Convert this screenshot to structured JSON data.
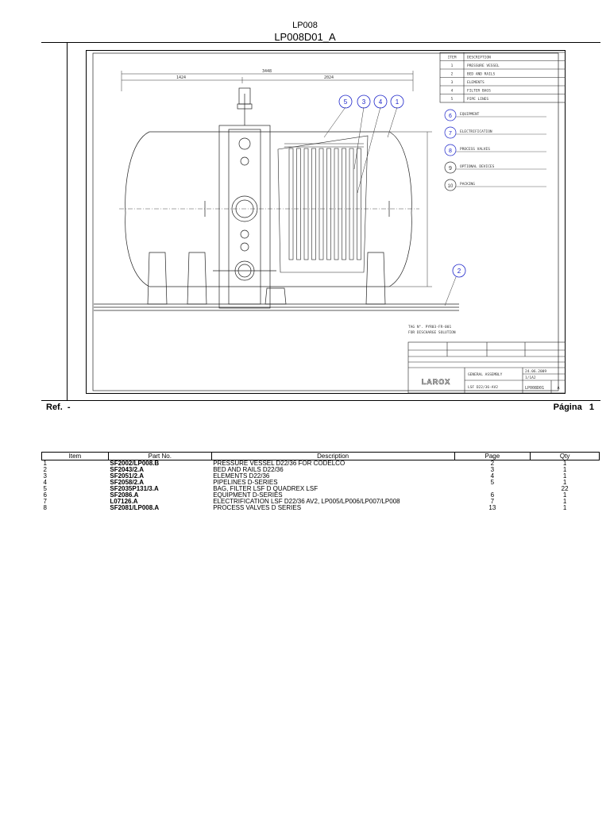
{
  "header": {
    "line1": "LP008",
    "line2": "LP008D01_A"
  },
  "drawing": {
    "item_table": {
      "header": [
        "ITEM",
        "DESCRIPTION"
      ],
      "rows": [
        [
          "1",
          "PRESSURE VESSEL"
        ],
        [
          "2",
          "BED AND RAILS"
        ],
        [
          "3",
          "ELEMENTS"
        ],
        [
          "4",
          "FILTER BAGS"
        ],
        [
          "5",
          "PIPE LINES"
        ]
      ]
    },
    "side_labels": [
      {
        "num": "6",
        "text": "EQUIPMENT"
      },
      {
        "num": "7",
        "text": "ELECTRIFICATION"
      },
      {
        "num": "8",
        "text": "PROCESS VALVES"
      },
      {
        "num": "9",
        "text": "OPTIONAL DEVICES"
      },
      {
        "num": "10",
        "text": "PACKING"
      }
    ],
    "balloons_top": [
      "5",
      "3",
      "4",
      "1"
    ],
    "balloon_bed": "2",
    "dims": {
      "total": "3448",
      "left": "1424",
      "right": "2024"
    },
    "notes": {
      "line1": "TAG N°. PYR03-FR-001",
      "line2": "FOR DISCHARGE SOLUTION"
    },
    "title_block": {
      "logo": "LAROX",
      "title": "GENERAL ASSEMBLY",
      "subtitle": "LSF D22/36-AV2",
      "date": "24.06.2009",
      "sheet": "1/1A2",
      "drawing_no": "LP008D01",
      "rev": "A"
    }
  },
  "footer": {
    "ref_label": "Ref.",
    "ref_value": "-",
    "page_label": "Página",
    "page_value": "1"
  },
  "parts_table": {
    "headers": [
      "Item",
      "Part No.",
      "Description",
      "Page",
      "Qty"
    ],
    "rows": [
      {
        "item": "1",
        "part": "SF2002/LP008.B",
        "desc": "PRESSURE VESSEL D22/36 FOR CODELCO",
        "page": "2",
        "qty": "1"
      },
      {
        "item": "2",
        "part": "SF2043/2.A",
        "desc": "BED AND RAILS  D22/36",
        "page": "3",
        "qty": "1"
      },
      {
        "item": "3",
        "part": "SF2051/2.A",
        "desc": "ELEMENTS  D22/36",
        "page": "4",
        "qty": "1"
      },
      {
        "item": "4",
        "part": "SF2058/2.A",
        "desc": "PIPELINES  D-SERIES",
        "page": "5",
        "qty": "1"
      },
      {
        "item": "5",
        "part": "SF2035P131/3.A",
        "desc": "BAG, FILTER LSF D QUADREX LSF",
        "page": "",
        "qty": "22"
      },
      {
        "item": "6",
        "part": "SF2086.A",
        "desc": "EQUIPMENT  D-SERIES",
        "page": "6",
        "qty": "1"
      },
      {
        "item": "7",
        "part": "L07126.A",
        "desc": "ELECTRIFICATION LSF D22/36 AV2, LP005/LP006/LP007/LP008",
        "page": "7",
        "qty": "1"
      },
      {
        "item": "8",
        "part": "SF2081/LP008.A",
        "desc": "PROCESS VALVES  D SERIES",
        "page": "13",
        "qty": "1"
      }
    ]
  }
}
